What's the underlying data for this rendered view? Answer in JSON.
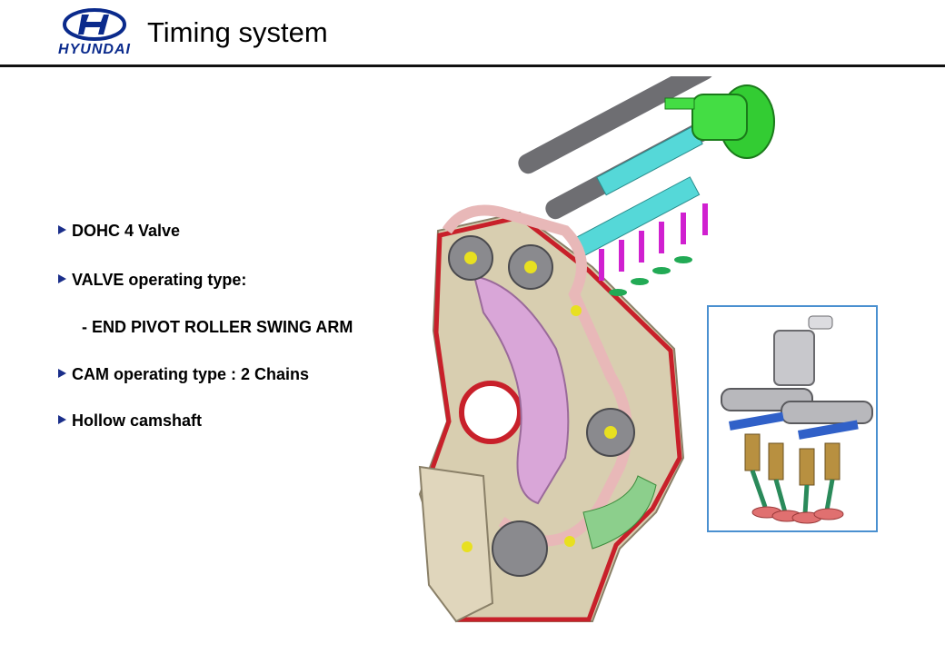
{
  "header": {
    "logo_text": "HYUNDAI",
    "title": "Timing system"
  },
  "bullets": [
    {
      "text": "DOHC 4 Valve"
    },
    {
      "text": "VALVE operating type:"
    },
    {
      "text": "- END PIVOT ROLLER SWING ARM"
    },
    {
      "text": "CAM operating type : 2 Chains"
    },
    {
      "text": "Hollow camshaft"
    }
  ],
  "colors": {
    "brand_blue": "#0a2a8c",
    "bullet_arrow": "#1a2e8a",
    "inset_border": "#4a90d0",
    "chain_red": "#c8202a",
    "guide_pink": "#d9a6d8",
    "cover_beige": "#d8ceb0",
    "pump_green": "#33cc33",
    "rocker_cyan": "#55d8d8",
    "valve_magenta": "#d020d0"
  },
  "illustrations": {
    "engine": "engine-timing-chain-illustration",
    "inset": "valvetrain-closeup-illustration"
  }
}
